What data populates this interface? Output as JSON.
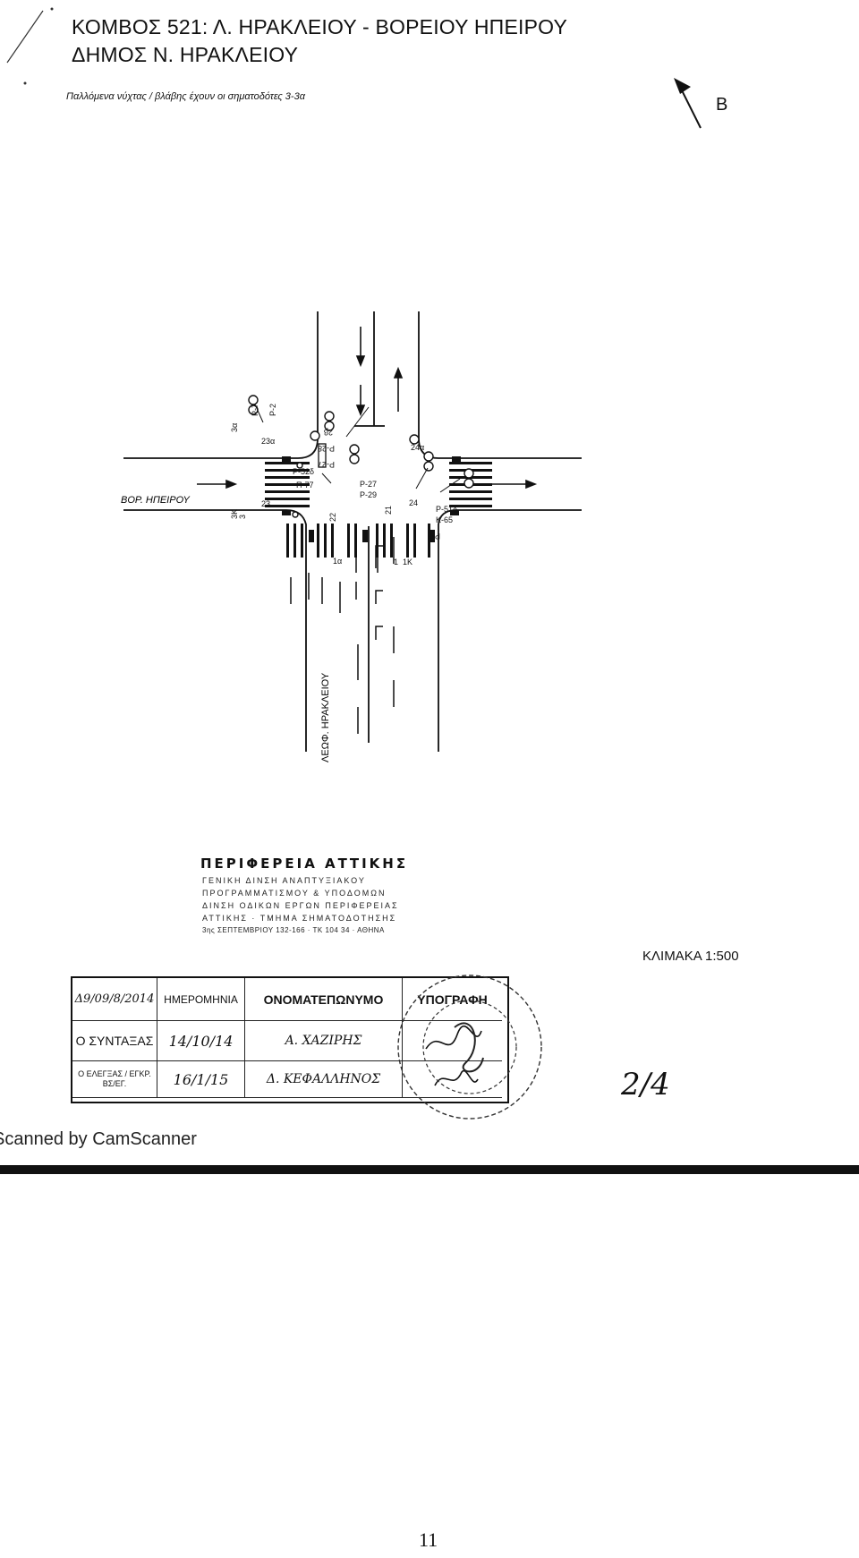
{
  "header": {
    "title_line1": "ΚΟΜΒΟΣ 521: Λ. ΗΡΑΚΛΕΙΟΥ - ΒΟΡΕΙΟΥ ΗΠΕΙΡΟΥ",
    "title_line2": "ΔΗΜΟΣ Ν. ΗΡΑΚΛΕΙΟΥ",
    "subtitle": "Παλλόμενα νύχτας / βλάβης έχουν οι σηματοδότες 3-3α"
  },
  "north_label": "Β",
  "drawing": {
    "street_west": "ΒΟΡ. ΗΠΕΙΡΟΥ",
    "street_south": "ΛΕΩΦ. ΗΡΑΚΛΕΙΟΥ",
    "labels": {
      "p7": "P-7",
      "p2": "P-2",
      "l3a": "3α",
      "l23a": "23α",
      "l3": "3",
      "p28": "P-28",
      "p27a": "P-27",
      "l2b": "2β",
      "p52": "P-52δ",
      "p77": "Π-77",
      "p27": "P-27",
      "p29": "P-29",
      "l24a": "24α",
      "l24": "24",
      "l21": "21",
      "p51": "P-51δ",
      "k65": "K-65",
      "p7b": "P-7",
      "l1": "1",
      "l1k": "1Κ",
      "l1a": "1α",
      "l22": "22",
      "l23": "23",
      "l3b": "3Κ",
      "l3c": "3"
    }
  },
  "authority": {
    "name": "ΠΕΡΙΦΕΡΕΙΑ ΑΤΤΙΚΗΣ",
    "lines": [
      "ΓΕΝΙΚΗ ΔΙΝΣΗ ΑΝΑΠΤΥΞΙΑΚΟΥ",
      "ΠΡΟΓΡΑΜΜΑΤΙΣΜΟΥ & ΥΠΟΔΟΜΩΝ",
      "ΔΙΝΣΗ ΟΔΙΚΩΝ ΕΡΓΩΝ ΠΕΡΙΦΕΡΕΙΑΣ",
      "ΑΤΤΙΚΗΣ · ΤΜΗΜΑ ΣΗΜΑΤΟΔΟΤΗΣΗΣ",
      "3ης ΣΕΠΤΕΜΒΡΙΟΥ 132-166 · ΤΚ 104 34 · ΑΘΗΝΑ"
    ]
  },
  "scale": "ΚΛΙΜΑΚΑ 1:500",
  "signoff_table": {
    "headers": [
      "Δ9/09/8/2014",
      "ΗΜΕΡΟΜΗΝΙΑ",
      "ΟΝΟΜΑΤΕΠΩΝΥΜΟ",
      "ΥΠΟΓΡΑΦΗ"
    ],
    "rows": [
      [
        "Ο ΣΥΝΤΑΞΑΣ",
        "14/10/14",
        "Α. ΧΑΖΙΡΗΣ",
        ""
      ],
      [
        "Ο ΕΛΕΓΞΑΣ / ΕΓΚΡ. ΒΣ/ΕΓ.",
        "16/1/15",
        "Δ. ΚΕΦΑΛΛΗΝΟΣ",
        ""
      ]
    ]
  },
  "page_fraction": "2/4",
  "scanner_footer": "Scanned by CamScanner",
  "page_number": "11"
}
